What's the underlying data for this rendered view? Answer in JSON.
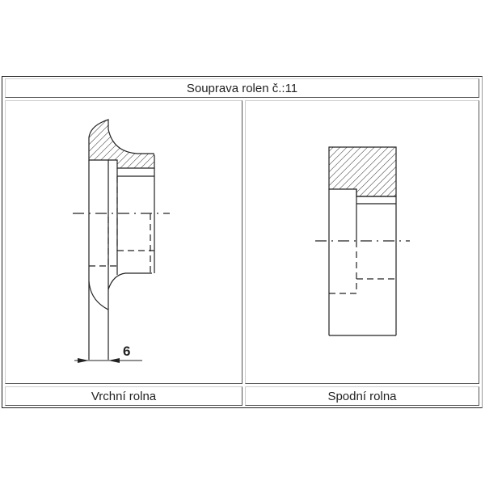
{
  "table": {
    "title": "Souprava rolen č.:11",
    "columns": [
      {
        "label": "Vrchní rolna",
        "drawing": "upper-roller-section",
        "dimension": "6"
      },
      {
        "label": "Spodní rolna",
        "drawing": "lower-roller-section"
      }
    ]
  },
  "colors": {
    "line": "#222222",
    "border": "#555555",
    "light_border": "#cfcfcf",
    "background": "#ffffff"
  }
}
